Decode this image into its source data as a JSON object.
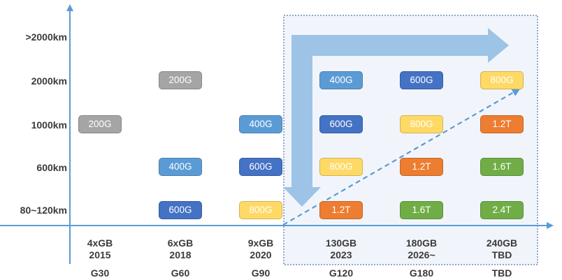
{
  "y_levels": [
    ">2000km",
    "2000km",
    "1000km",
    "600km",
    "80~120km"
  ],
  "columns": [
    {
      "capacity": "4xGB",
      "year": "2015",
      "gen": "G30"
    },
    {
      "capacity": "6xGB",
      "year": "2018",
      "gen": "G60"
    },
    {
      "capacity": "9xGB",
      "year": "2020",
      "gen": "G90"
    },
    {
      "capacity": "130GB",
      "year": "2023",
      "gen": "G120"
    },
    {
      "capacity": "180GB",
      "year": "2026~",
      "gen": "G180"
    },
    {
      "capacity": "240GB",
      "year": "TBD",
      "gen": "TBD"
    }
  ],
  "colors": {
    "200G": "#a5a5a5",
    "400G": "#5b9bd5",
    "600G": "#4472c4",
    "800G": "#ffd966",
    "1.2T": "#ed7d31",
    "1.6T": "#70ad47",
    "2.4T": "#70ad47",
    "axis": "#5b9bd5",
    "highlight_fill": "#f1f5fb",
    "highlight_border": "#2f5597",
    "big_arrow": "#9dc3e6",
    "dashed_arrow": "#5b9bd5"
  },
  "chips": [
    {
      "label": "200G",
      "col": 0,
      "row": 2
    },
    {
      "label": "200G",
      "col": 1,
      "row": 1
    },
    {
      "label": "400G",
      "col": 1,
      "row": 3
    },
    {
      "label": "600G",
      "col": 1,
      "row": 4
    },
    {
      "label": "400G",
      "col": 2,
      "row": 2
    },
    {
      "label": "600G",
      "col": 2,
      "row": 3
    },
    {
      "label": "800G",
      "col": 2,
      "row": 4
    },
    {
      "label": "400G",
      "col": 3,
      "row": 1
    },
    {
      "label": "600G",
      "col": 3,
      "row": 2
    },
    {
      "label": "800G",
      "col": 3,
      "row": 3
    },
    {
      "label": "1.2T",
      "col": 3,
      "row": 4
    },
    {
      "label": "600G",
      "col": 4,
      "row": 1
    },
    {
      "label": "800G",
      "col": 4,
      "row": 2
    },
    {
      "label": "1.2T",
      "col": 4,
      "row": 3
    },
    {
      "label": "1.6T",
      "col": 4,
      "row": 4
    },
    {
      "label": "800G",
      "col": 5,
      "row": 1
    },
    {
      "label": "1.2T",
      "col": 5,
      "row": 2
    },
    {
      "label": "1.6T",
      "col": 5,
      "row": 3
    },
    {
      "label": "2.4T",
      "col": 5,
      "row": 4
    }
  ]
}
